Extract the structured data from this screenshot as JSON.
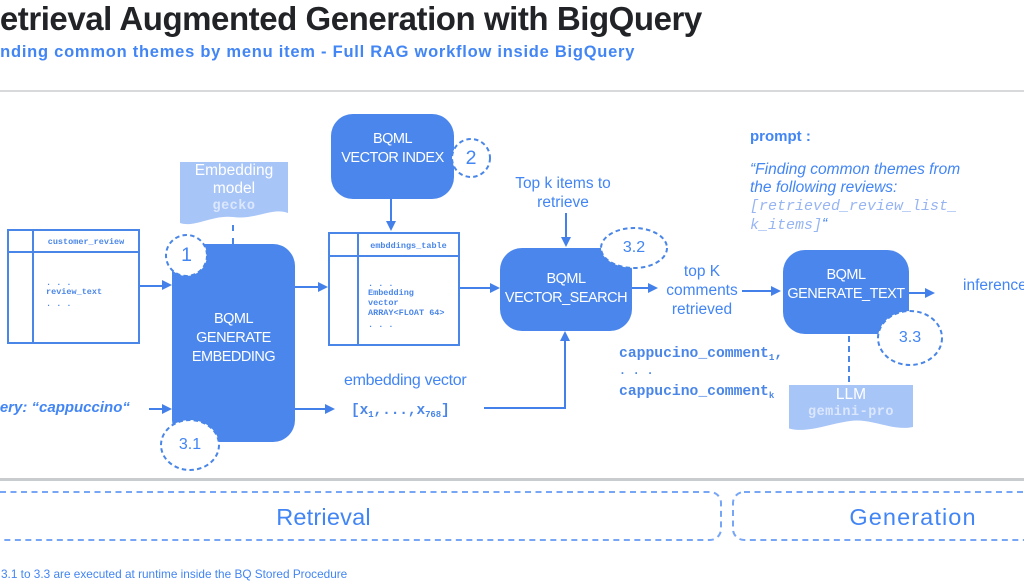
{
  "header": {
    "title": "Retrieval Augmented Generation with BigQuery",
    "subtitle": "Finding common themes by menu item - Full RAG workflow inside BigQuery"
  },
  "palette": {
    "box_blue": "#4a86ec",
    "label_blue": "#4285f4",
    "light_tag_blue": "#a8c5f8",
    "title_color": "#212327"
  },
  "tables": {
    "customer": {
      "header": "customer_review",
      "dots": ". . .",
      "field": "review_text"
    },
    "embeddings": {
      "header": "embddings_table",
      "dots": ". . .",
      "field_l1": "Embedding",
      "field_l2": "vector",
      "field_l3": "ARRAY<FLOAT 64>"
    }
  },
  "boxes": {
    "vector_index": {
      "l1": "BQML",
      "l2": "VECTOR INDEX"
    },
    "generate_embedding": {
      "l1": "BQML",
      "l2": "GENERATE",
      "l3": "EMBEDDING"
    },
    "vector_search": {
      "l1": "BQML",
      "l2": "VECTOR_SEARCH"
    },
    "generate_text": {
      "l1": "BQML",
      "l2": "GENERATE_TEXT"
    }
  },
  "steps": {
    "s1": "1",
    "s2": "2",
    "s31": "3.1",
    "s32": "3.2",
    "s33": "3.3"
  },
  "tags": {
    "embedding_model": {
      "l1": "Embedding",
      "l2": "model",
      "sub": "gecko"
    },
    "llm": {
      "l1": "LLM",
      "sub": "gemini-pro"
    }
  },
  "labels": {
    "query": "Query: “cappuccino“",
    "top_k_l1": "Top k items to",
    "top_k_l2": "retrieve",
    "embedding_vector": "embedding vector",
    "vec_open": "[x",
    "vec_sub1": "1",
    "vec_mid": ",...,x",
    "vec_sub2": "768",
    "vec_close": "]",
    "out_l1": "top K",
    "out_l2": "comments",
    "out_l3": "retrieved",
    "inference": "inference",
    "comment1_base": "cappucino_comment",
    "comment1_sub": "1",
    "comment1_tail": ",",
    "comment_dots": ". . .",
    "comment2_base": "cappucino_comment",
    "comment2_sub": "k"
  },
  "prompt": {
    "label": "prompt :",
    "q1": "“Finding common themes from",
    "q2": "the following reviews:",
    "q3": "[retrieved_review_list_",
    "q4": "k_items]",
    "closing": "“"
  },
  "zones": {
    "retrieval": "Retrieval",
    "generation": "Generation"
  },
  "footnote": "3.1 to 3.3 are executed at runtime inside the BQ Stored Procedure"
}
